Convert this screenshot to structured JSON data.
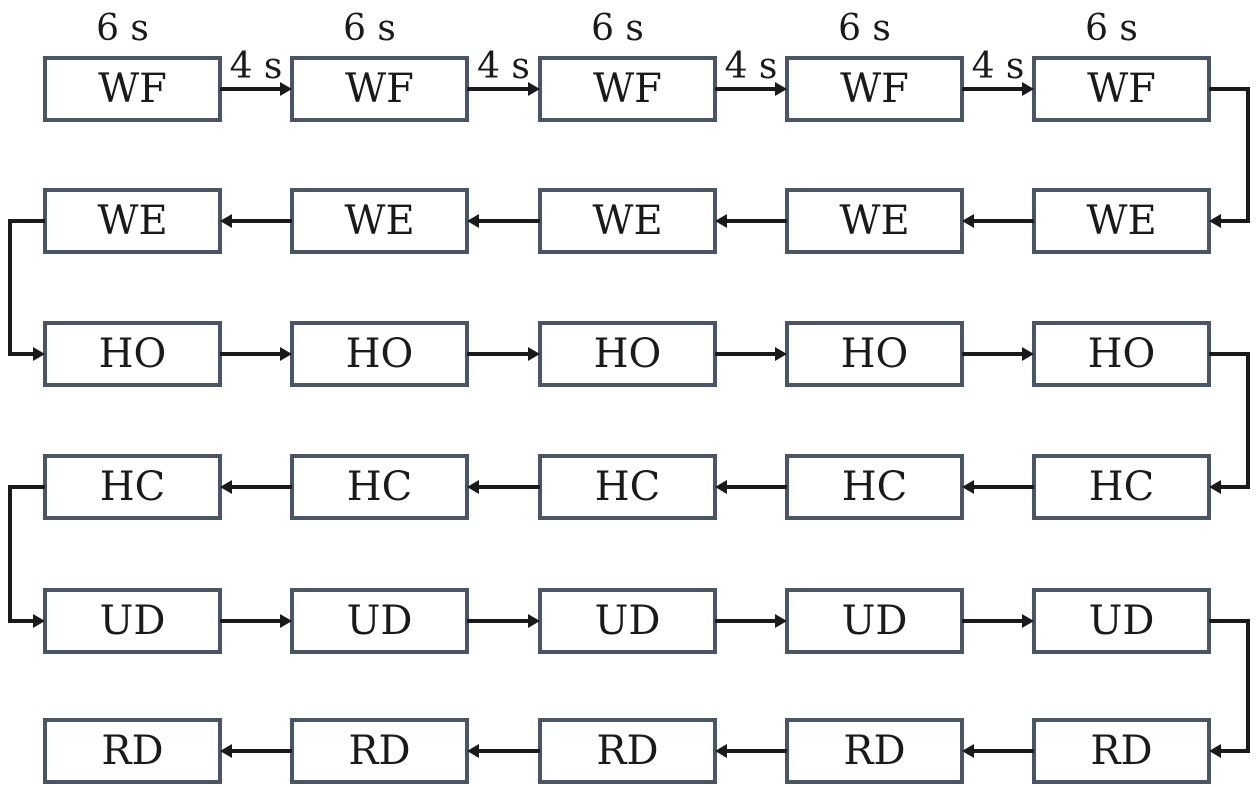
{
  "duration_labels": {
    "box": "6 s",
    "gap": "4 s"
  },
  "rows": [
    {
      "label": "WF",
      "direction": "right"
    },
    {
      "label": "WE",
      "direction": "left"
    },
    {
      "label": "HO",
      "direction": "right"
    },
    {
      "label": "HC",
      "direction": "left"
    },
    {
      "label": "UD",
      "direction": "right"
    },
    {
      "label": "RD",
      "direction": "left"
    }
  ],
  "columns_per_row": 5,
  "colors": {
    "box_border": "#4a5566",
    "arrow": "#1a1a1a",
    "text": "#1a1a1a"
  }
}
